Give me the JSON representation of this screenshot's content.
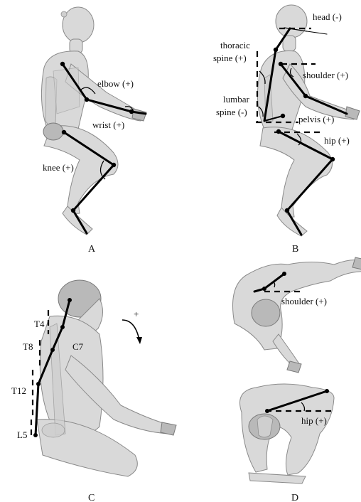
{
  "panels": {
    "A": {
      "label": "A",
      "angles": {
        "elbow": "elbow (+)",
        "wrist": "wrist (+)",
        "knee": "knee (+)"
      }
    },
    "B": {
      "label": "B",
      "angles": {
        "head": "head (-)",
        "thoracic_1": "thoracic",
        "thoracic_2": "spine (+)",
        "shoulder": "shoulder (+)",
        "lumbar_1": "lumbar",
        "lumbar_2": "spine (-)",
        "pelvis": "pelvis (+)",
        "hip": "hip (+)"
      }
    },
    "C": {
      "label": "C",
      "vertebrae": {
        "t4": "T4",
        "t8": "T8",
        "c7": "C7",
        "t12": "T12",
        "l5": "L5"
      },
      "rotation_sign": "+"
    },
    "D": {
      "label": "D",
      "angles": {
        "shoulder": "shoulder (+)",
        "hip": "hip (+)"
      }
    }
  }
}
